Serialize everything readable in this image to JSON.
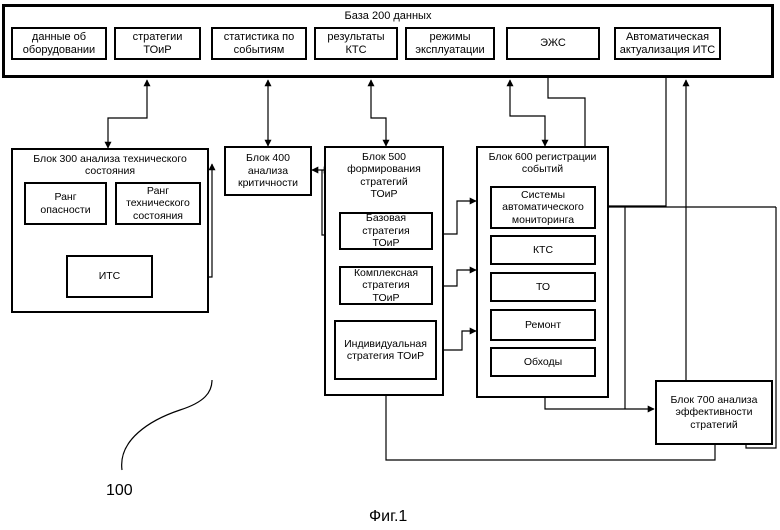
{
  "db": {
    "title": "База 200 данных",
    "items": [
      "данные об\nоборудовании",
      "стратегии\nТОиР",
      "статистика по\nсобытиям",
      "результаты\nКТС",
      "режимы\nэксплуатации",
      "ЭЖС",
      "Автоматическая\nактуализация ИТС"
    ]
  },
  "block300": {
    "title": "Блок 300 анализа технического\nсостояния",
    "rank_danger": "Ранг\nопасности",
    "rank_tech": "Ранг\nтехнического\nсостояния",
    "its": "ИТС"
  },
  "block400": {
    "title": "Блок 400\nанализа\nкритичности"
  },
  "block500": {
    "title": "Блок 500\nформирования\nстратегий\nТОиР",
    "base": "Базовая\nстратегия\nТОиР",
    "complex": "Комплексная\nстратегия\nТОиР",
    "individual": "Индивидуальная\nстратегия ТОиР"
  },
  "block600": {
    "title": "Блок 600 регистрации\nсобытий",
    "items": [
      "Системы\nавтоматического\nмониторинга",
      "КТС",
      "ТО",
      "Ремонт",
      "Обходы"
    ]
  },
  "block700": {
    "title": "Блок 700 анализа\nэффективности\nстратегий"
  },
  "ref_number": "100",
  "figure_caption": "Фиг.1"
}
